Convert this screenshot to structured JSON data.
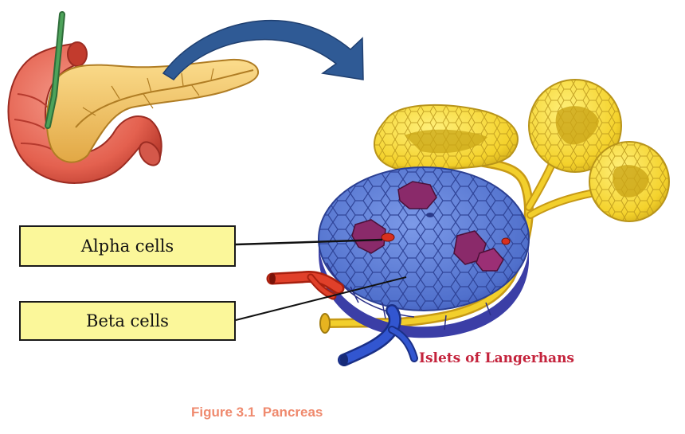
{
  "labels": {
    "alpha": "Alpha cells",
    "beta": "Beta cells",
    "islets": "Islets of Langerhans"
  },
  "caption": {
    "number": "Figure 3.1",
    "title": "Pancreas"
  },
  "colors": {
    "label_fill": "#fbf79a",
    "islet_caption": "#c4233c",
    "figure_caption": "#ef8a6e",
    "arrow": "#2f5a95",
    "pancreas": "#f2c66a",
    "duodenum": "#e8665a",
    "alpha_cell": "#8a2a6a",
    "beta_cell": "#5f82d6",
    "acini": "#f6d63a",
    "artery": "#d8301e",
    "vein": "#2a4ec0"
  }
}
